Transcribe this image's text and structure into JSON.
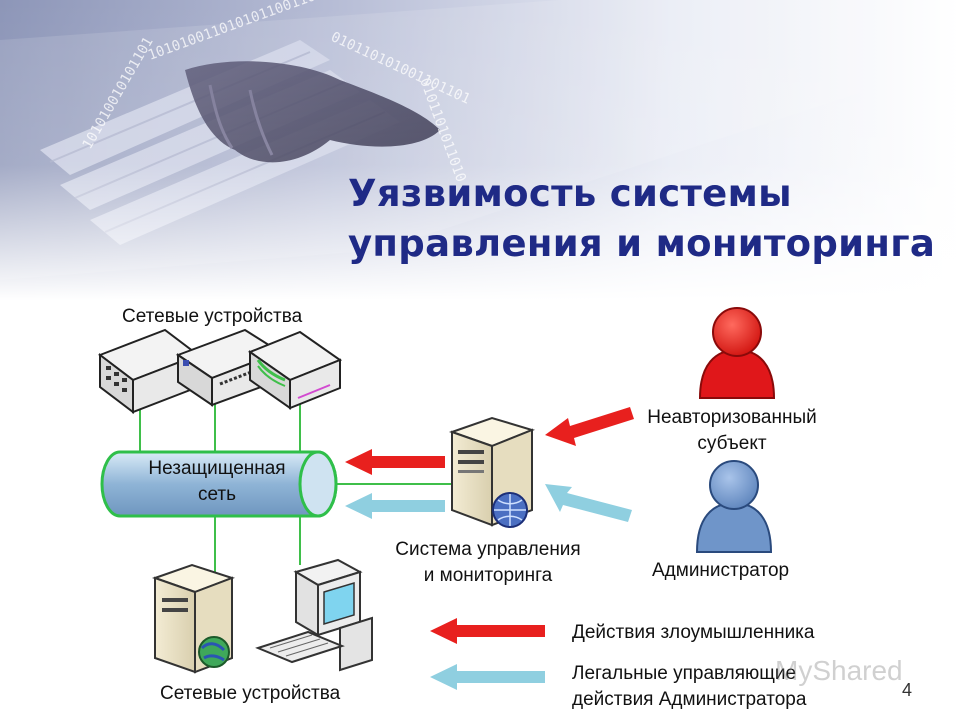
{
  "slide": {
    "title_line1": "Уязвимость системы",
    "title_line2": "управления и мониторинга",
    "page_number": "4",
    "watermark": "MyShared"
  },
  "diagram": {
    "top_devices_label": "Сетевые устройства",
    "network_label_line1": "Незащищенная",
    "network_label_line2": "сеть",
    "system_label_line1": "Система управления",
    "system_label_line2": "и мониторинга",
    "intruder_label_line1": "Неавторизованный",
    "intruder_label_line2": "субъект",
    "admin_label": "Администратор",
    "bottom_devices_label": "Сетевые устройства"
  },
  "legend": {
    "intruder_actions": "Действия злоумышленника",
    "admin_actions_line1": "Легальные управляющие",
    "admin_actions_line2": "действия Администратора"
  },
  "colors": {
    "title": "#1f2a86",
    "intruder": "#e8201e",
    "admin_arrow": "#8fcfe0",
    "admin_person": "#6f95c9",
    "network_pipe": "#9cc0dc",
    "network_border": "#2fbf4a"
  }
}
